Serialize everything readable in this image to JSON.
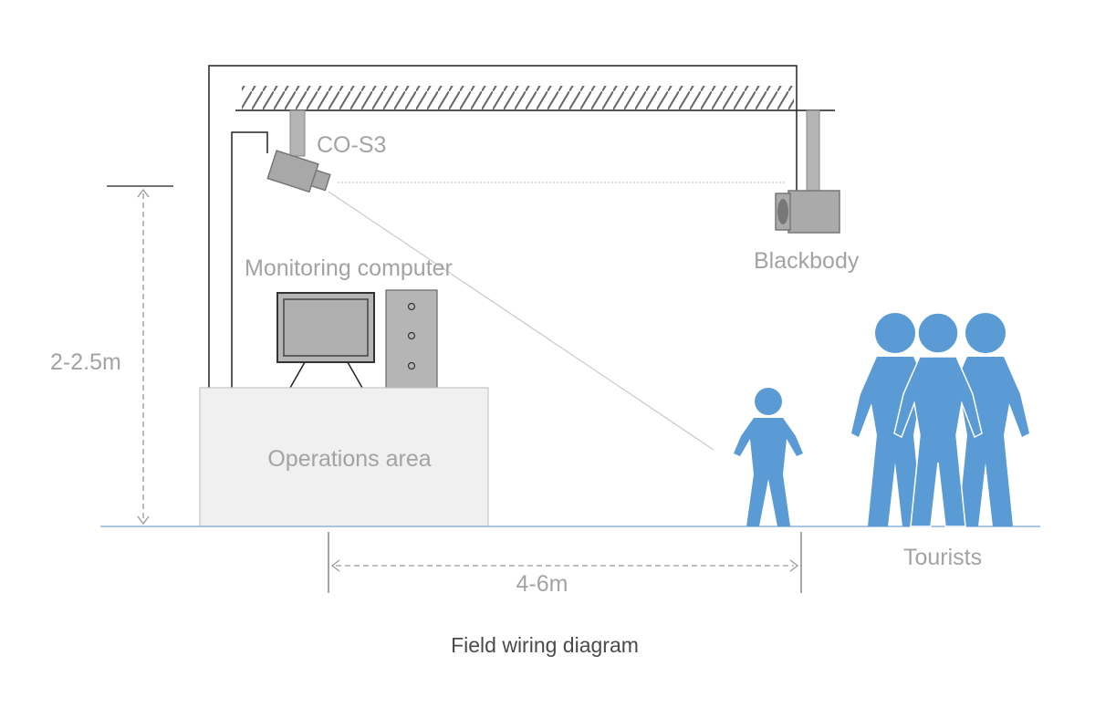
{
  "diagram": {
    "caption": "Field wiring diagram",
    "camera_label": "CO-S3",
    "blackbody_label": "Blackbody",
    "computer_label": "Monitoring computer",
    "operations_label": "Operations area",
    "height_label": "2-2.5m",
    "distance_label": "4-6m",
    "tourists_label": "Tourists"
  },
  "colors": {
    "line": "#222222",
    "device_gray": "#b5b5b5",
    "device_dark": "#888888",
    "person_blue": "#5b9bd5",
    "ground": "#8fb4d8",
    "table_fill": "#f0f0f0",
    "label_gray": "#a3a3a3"
  }
}
